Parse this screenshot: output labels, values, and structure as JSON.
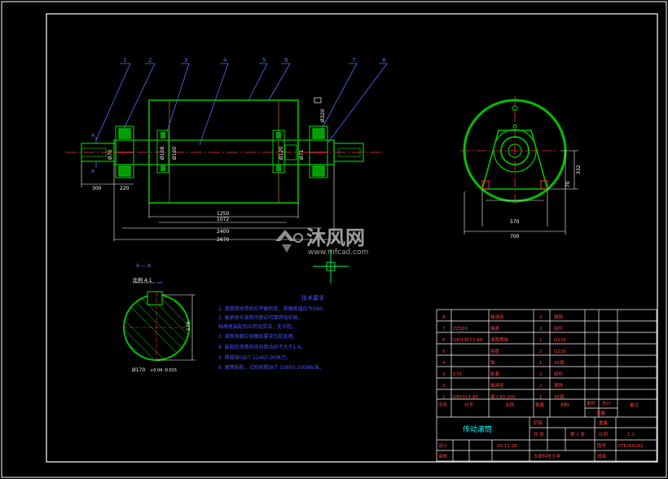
{
  "colors": {
    "background": "#000000",
    "frame": "#ffffff",
    "outline": "#00c000",
    "center": "#ff3030",
    "dimension": "#00c8ff",
    "notes": "#5050ff",
    "leader": "#5070ff",
    "title_text": "#00ffff",
    "table_text": "#ff4040",
    "crosshair": "#00ff60",
    "watermark": "#bbbbbb"
  },
  "balloons": [
    "1",
    "2",
    "3",
    "4",
    "5",
    "6",
    "7",
    "8"
  ],
  "main_view": {
    "dims_bottom": [
      "1250",
      "1072",
      "2400",
      "2670"
    ],
    "dim_left_a": "300",
    "dim_left_b": "220",
    "dims_vertical": [
      "Ø100",
      "Ø108",
      "Ø70",
      "Ø71",
      "Ø120"
    ],
    "section_marker": "A",
    "roughness": "Ø320"
  },
  "side_view": {
    "dim_width_a": "570",
    "dim_width_b": "700",
    "dim_height": "332",
    "dim_center": "70"
  },
  "section_view": {
    "label": "A — A",
    "sublabel": "比例 4:1",
    "dim_height": "170",
    "dim_diameter": "Ø170",
    "tolerance": "+0.04 -0.015"
  },
  "tech_requirements": {
    "title": "技术要求",
    "lines": [
      "1. 滚筒筒体焊后应平衡检查，其偏差值应为G40。",
      "2. 轴承座与滚筒内壁应可靠焊接牢固，",
      "   轴承座装配后应转动灵活，无卡阻。",
      "3. 滚筒表面应按图纸要求包胶处理。",
      "4. 装配后滚筒的径向跳动应不大于1.6。",
      "5. 焊接按GB/T 12467-90执行。",
      "6. 滚筒装配、试验按照JB/T 10803-2008标准。"
    ]
  },
  "parts_table": {
    "rows": [
      [
        "8",
        "",
        "轴承座",
        "2",
        "铸铁",
        ""
      ],
      [
        "7",
        "ZZ500",
        "轴承",
        "2",
        "组件",
        ""
      ],
      [
        "6",
        "GB/T3077-88",
        "滚筒筒体",
        "1",
        "Q235",
        ""
      ],
      [
        "5",
        "",
        "接盘",
        "2",
        "Q235",
        ""
      ],
      [
        "4",
        "",
        "轴",
        "1",
        "45钢",
        ""
      ],
      [
        "3",
        "Z70",
        "胀套",
        "2",
        "组件",
        ""
      ],
      [
        "2",
        "",
        "轴承座",
        "2",
        "铸铁",
        ""
      ],
      [
        "1",
        "GB5014-85",
        "键 C40-200",
        "1",
        "45钢",
        ""
      ]
    ],
    "header": [
      "序号",
      "代号",
      "名称",
      "数量",
      "材料",
      "单件",
      "总计",
      "备注"
    ],
    "header_sub": "重量"
  },
  "title_block": {
    "drawing_title": "传动滚筒",
    "stage_label": "阶段",
    "scale_label": "比例",
    "sheets_label": "共 张",
    "weight_label": "重量",
    "scale_value": "1:2",
    "sheet_value": "第 1 张",
    "designer_label": "设计",
    "checker_label": "审核",
    "date_value": "09.12.28",
    "school": "太原科技大学",
    "drawing_no_label": "图号",
    "drawing_no": "DTⅡ16A062",
    "class_label": "班级"
  },
  "watermark": {
    "brand": "沐风网",
    "url": "www.mfcad.com"
  }
}
